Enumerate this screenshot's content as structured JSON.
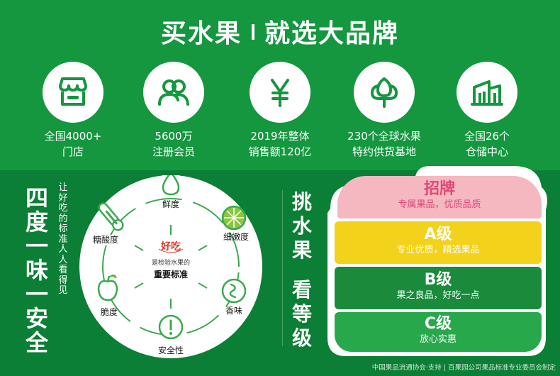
{
  "headline": {
    "left": "买水果",
    "right": "就选大品牌"
  },
  "stats": [
    {
      "icon": "storefront-icon",
      "line1": "全国4000+",
      "line2": "门店"
    },
    {
      "icon": "users-icon",
      "line1": "5600万",
      "line2": "注册会员"
    },
    {
      "icon": "yen-icon",
      "line1": "2019年整体",
      "line2": "销售额120亿"
    },
    {
      "icon": "tulip-icon",
      "line1": "230个全球水果",
      "line2": "特约供货基地"
    },
    {
      "icon": "warehouse-icon",
      "line1": "全国26个",
      "line2": "仓储中心"
    }
  ],
  "left_section": {
    "vertical_title": [
      "四",
      "度",
      "一",
      "味",
      "一",
      "安",
      "全"
    ],
    "vertical_subtitle": [
      "让",
      "好",
      "吃",
      "的",
      "标",
      "准",
      "人",
      "人",
      "看",
      "得",
      "见"
    ]
  },
  "wheel": {
    "center_title": "好吃",
    "center_sub1": "是检验水果的",
    "center_sub2": "重要标准",
    "items": [
      {
        "label": "鲜度",
        "icon": "water-drop-icon"
      },
      {
        "label": "细嫩度",
        "icon": "lime-slice-icon"
      },
      {
        "label": "香味",
        "icon": "aroma-icon"
      },
      {
        "label": "安全性",
        "icon": "exclamation-icon"
      },
      {
        "label": "脆度",
        "icon": "apple-icon"
      },
      {
        "label": "糖酸度",
        "icon": "thermometer-icon"
      }
    ]
  },
  "pick_title": [
    "挑",
    "水",
    "果",
    "",
    "看",
    "等",
    "级"
  ],
  "grades": [
    {
      "grade": "招牌",
      "desc": "专属果品，优质品质",
      "bg": "#f5b8c0",
      "fg": "#e0487a",
      "desc_color": "#e0487a"
    },
    {
      "grade": "A级",
      "desc": "专业优质，精选果品",
      "bg": "#f2d21b",
      "fg": "#ffffff",
      "desc_color": "#ffffff"
    },
    {
      "grade": "B级",
      "desc": "果之良品，好吃一点",
      "bg": "#1a8a3b",
      "fg": "#ffffff",
      "desc_color": "#ffffff"
    },
    {
      "grade": "C级",
      "desc": "放心实惠",
      "bg": "#27a84a",
      "fg": "#ffffff",
      "desc_color": "#ffffff"
    }
  ],
  "footer": "中国果品流通协会·支持  |  百果园公司果品标准专业委员会制定",
  "colors": {
    "top_green": "#14973f",
    "bottom_green": "#0b7f35",
    "accent_green": "#14973f"
  }
}
